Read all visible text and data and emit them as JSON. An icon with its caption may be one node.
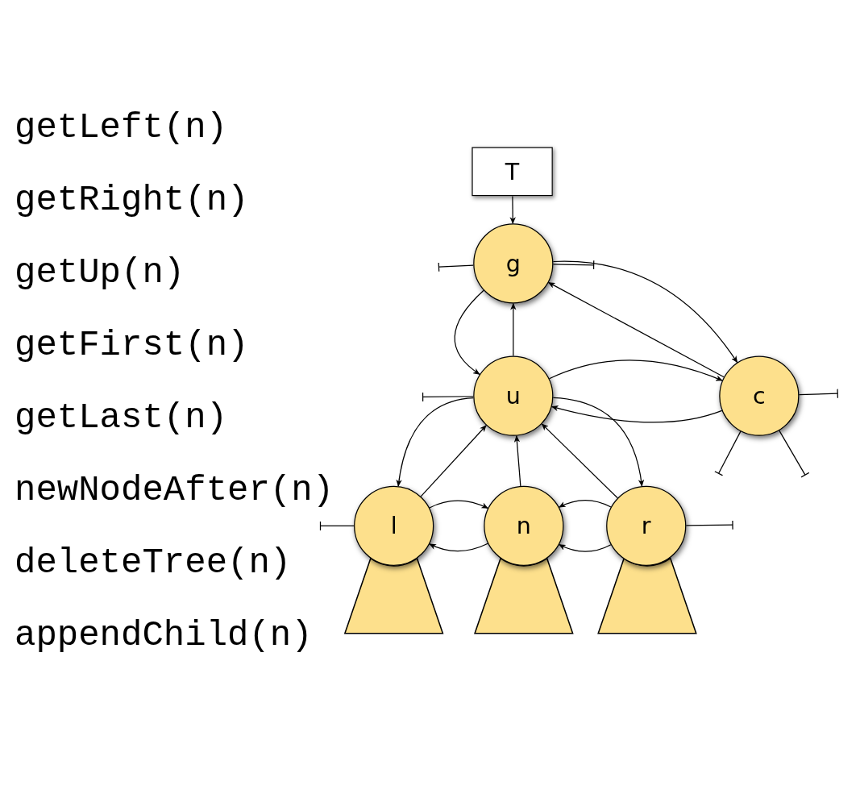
{
  "diagram": {
    "nodes": [
      {
        "text": [
          "T"
        ]
      },
      {
        "text": [
          "g"
        ]
      },
      {
        "text": [
          "u"
        ]
      },
      {
        "text": [
          "c"
        ]
      },
      {
        "text": [
          "l"
        ]
      },
      {
        "text": [
          "n"
        ]
      },
      {
        "text": [
          "r"
        ]
      },
      {
        "text": [],
        "shape": "triangle"
      },
      {
        "text": [],
        "shape": "triangle"
      },
      {
        "text": [],
        "shape": "triangle"
      }
    ],
    "edges": [
      {
        "from": 0,
        "to": 1,
        "arrow": "to"
      },
      {
        "from": 1,
        "to": null,
        "arrow": "other"
      },
      {
        "from": 1,
        "to": null,
        "arrow": "other"
      },
      {
        "from": 2,
        "to": 1,
        "arrow": "to"
      },
      {
        "from": 1,
        "to": 2,
        "arrow": "to"
      },
      {
        "from": 1,
        "to": 3,
        "arrow": "to"
      },
      {
        "from": 3,
        "to": 1,
        "arrow": "to"
      },
      {
        "from": 2,
        "to": 3,
        "arrow": "to"
      },
      {
        "from": 3,
        "to": 2,
        "arrow": "to"
      },
      {
        "from": 2,
        "to": null,
        "arrow": "other"
      },
      {
        "from": 3,
        "to": null,
        "arrow": "other"
      },
      {
        "from": 3,
        "to": null,
        "arrow": "other"
      },
      {
        "from": 3,
        "to": null,
        "arrow": "other"
      },
      {
        "from": 2,
        "to": 4,
        "arrow": "to"
      },
      {
        "from": 4,
        "to": 2,
        "arrow": "to"
      },
      {
        "from": 5,
        "to": 2,
        "arrow": "to"
      },
      {
        "from": 6,
        "to": 2,
        "arrow": "to"
      },
      {
        "from": 2,
        "to": 6,
        "arrow": "to"
      },
      {
        "from": 4,
        "to": 5,
        "arrow": "to"
      },
      {
        "from": 5,
        "to": 4,
        "arrow": "to"
      },
      {
        "from": 6,
        "to": 5,
        "arrow": "to"
      },
      {
        "from": 6,
        "to": 5,
        "arrow": "to"
      },
      {
        "from": 4,
        "to": null,
        "arrow": "other"
      },
      {
        "from": 6,
        "to": null,
        "arrow": "other"
      }
    ],
    "labels": [
      "getLeft(n)",
      "getRight(n)",
      "getUp(n)",
      "getFirst(n)",
      "getLast(n)",
      "newNodeAfter(n)",
      "deleteTree(n)",
      "appendChild(n)"
    ]
  }
}
